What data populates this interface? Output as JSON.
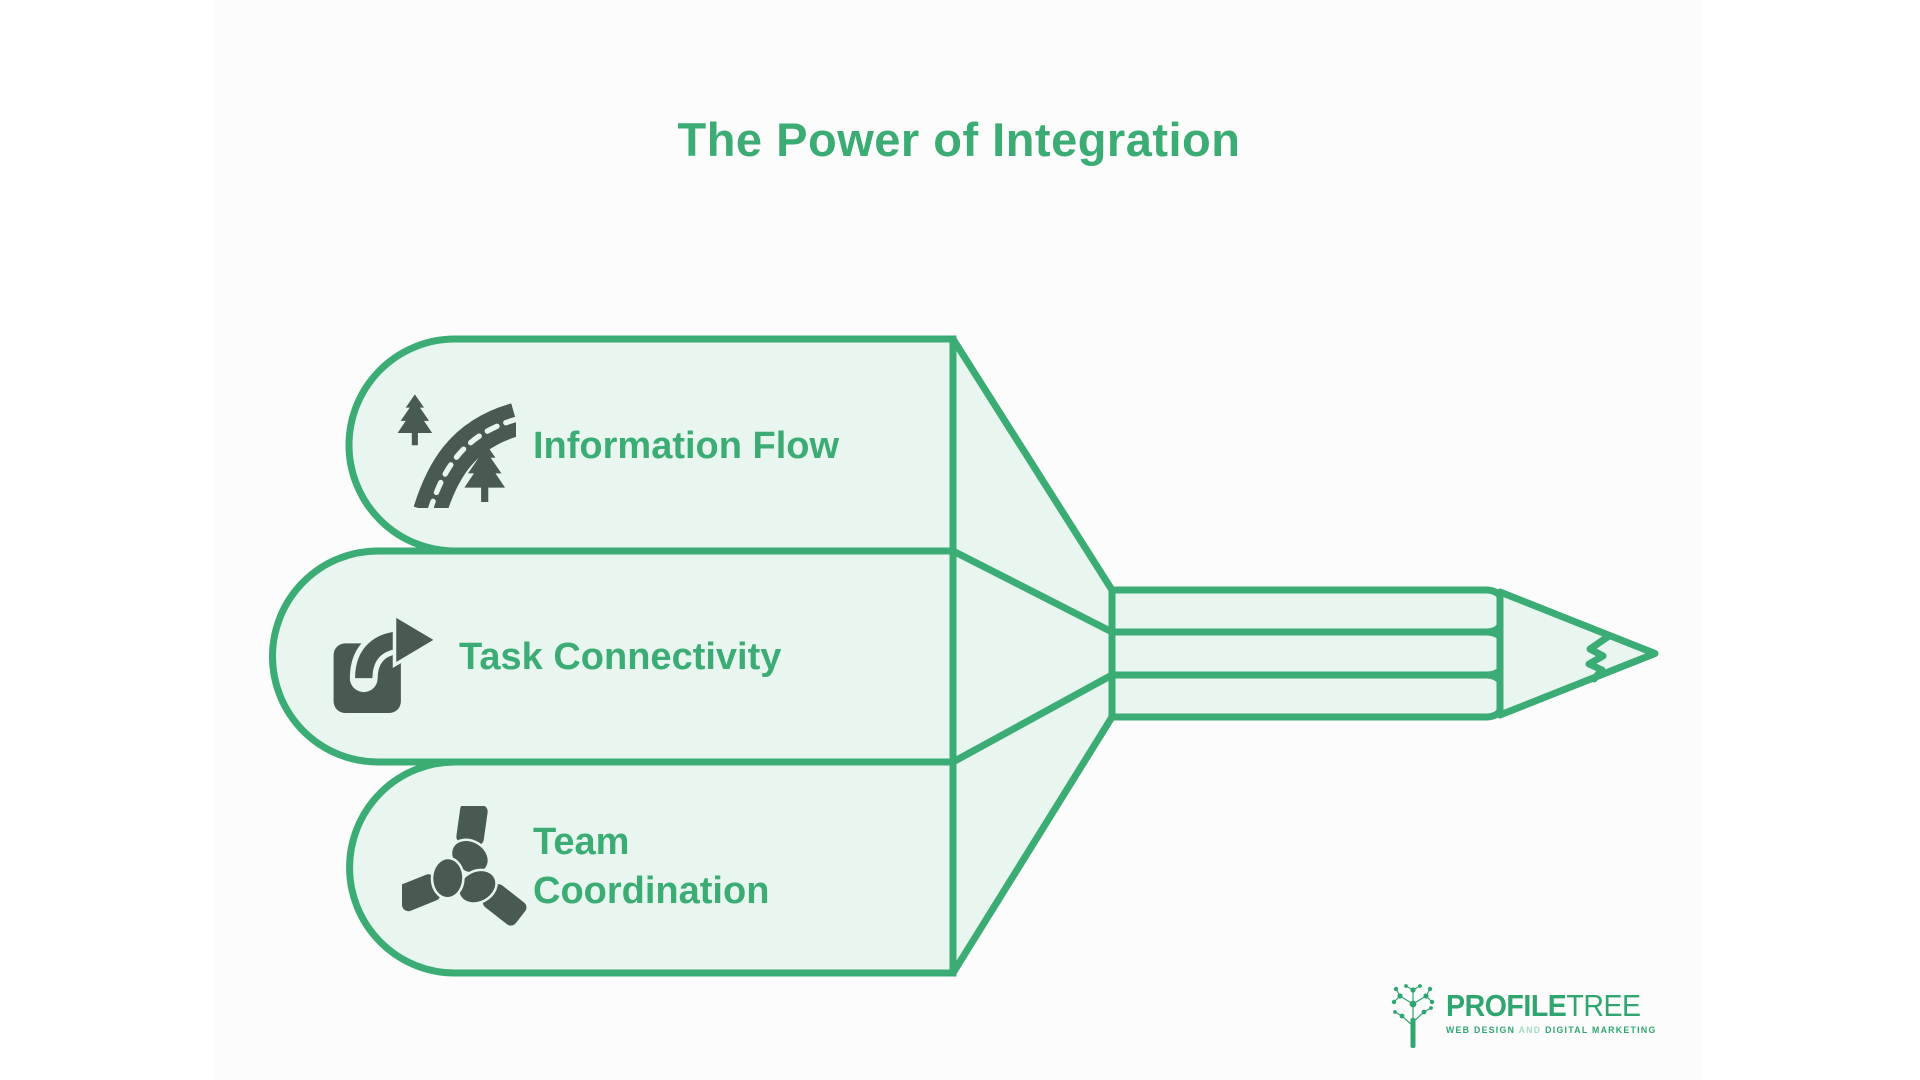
{
  "title": "The Power of Integration",
  "items": [
    {
      "label": "Information Flow",
      "icon": "road-icon"
    },
    {
      "label": "Task Connectivity",
      "icon": "share-arrow-icon"
    },
    {
      "label": "Team Coordination",
      "icon": "team-hands-icon"
    }
  ],
  "logo": {
    "name_bold": "PROFILE",
    "name_light": "TREE",
    "tagline_1": "WEB DESIGN ",
    "tagline_and": "AND",
    "tagline_2": " DIGITAL MARKETING"
  },
  "colors": {
    "accent": "#3bac74",
    "fill_light": "#e9f6ef",
    "icon_dark": "#485a51",
    "canvas_bg": "#fcfcfc",
    "page_bg": "#ffffff",
    "logo_green": "#2fa56f",
    "logo_light": "#a5dcc2"
  }
}
